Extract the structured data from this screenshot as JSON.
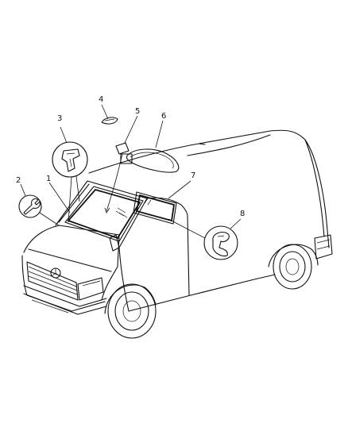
{
  "callouts": [
    {
      "id": "1",
      "label": "1"
    },
    {
      "id": "2",
      "label": "2"
    },
    {
      "id": "3",
      "label": "3"
    },
    {
      "id": "4",
      "label": "4"
    },
    {
      "id": "5",
      "label": "5"
    },
    {
      "id": "6",
      "label": "6"
    },
    {
      "id": "7",
      "label": "7"
    },
    {
      "id": "8",
      "label": "8"
    }
  ],
  "icons": {
    "callout_2": "wrench-icon",
    "callout_3": "windshield-adhesive-icon",
    "callout_8": "seal-glass-icon"
  },
  "colors": {
    "line": "#111111",
    "background": "#ffffff"
  }
}
